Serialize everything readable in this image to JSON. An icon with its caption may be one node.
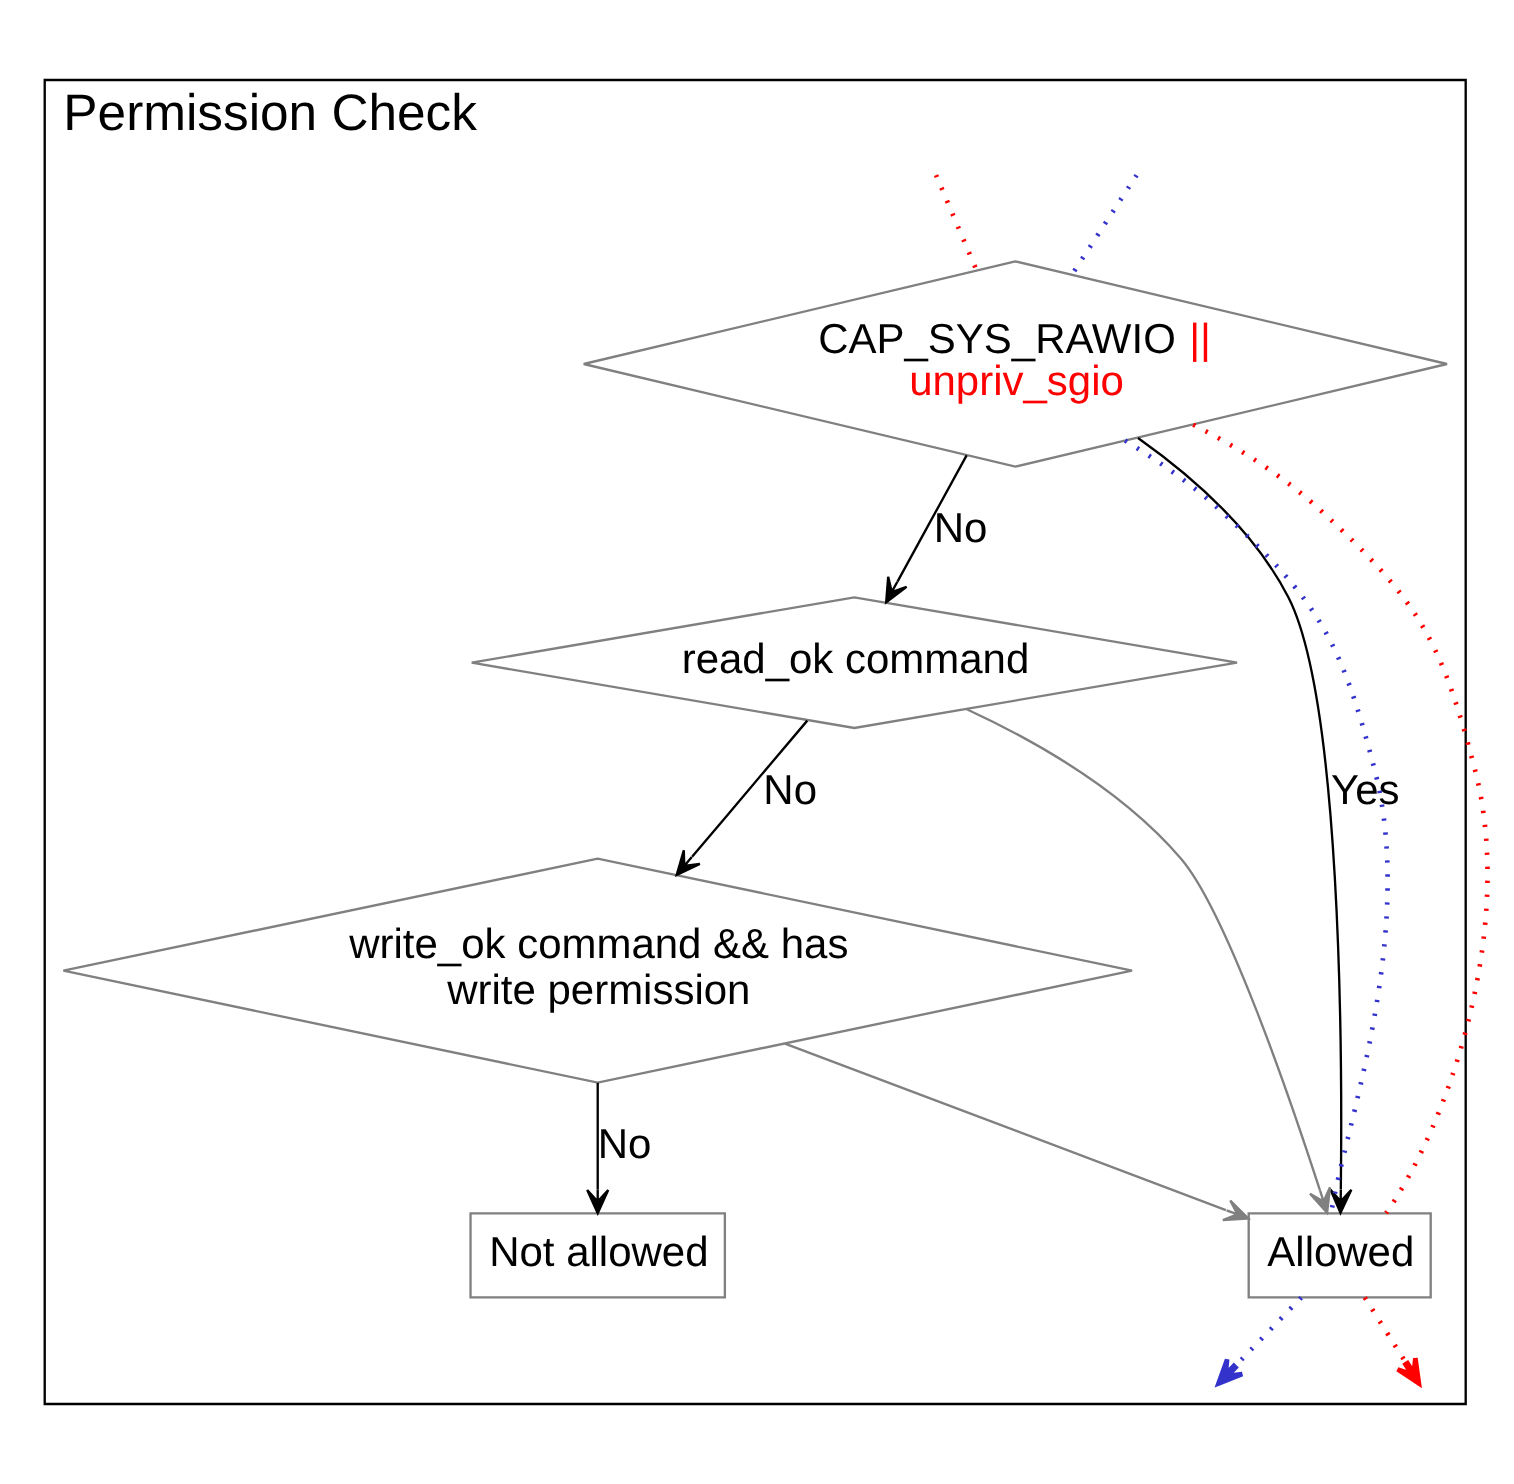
{
  "diagram": {
    "nodes": [
      {
        "text": [
          "Permission Check"
        ]
      },
      {
        "text": [
          "CAP_SYS_RAWIO ||",
          "unpriv_sgio"
        ],
        "in": 0
      },
      {
        "text": [
          "read_ok command"
        ],
        "in": 0
      },
      {
        "text": [
          "write_ok command && has write permission"
        ],
        "in": 0
      },
      {
        "text": [
          "Not allowed"
        ],
        "in": 0
      },
      {
        "text": [
          "Allowed"
        ],
        "in": 0
      }
    ],
    "edges": [
      {
        "from": 1,
        "to": 2,
        "label": "No",
        "arrow": "to"
      },
      {
        "from": 2,
        "to": 3,
        "label": "No",
        "arrow": "to"
      },
      {
        "from": 3,
        "to": 4,
        "label": "No",
        "arrow": "to"
      },
      {
        "from": 1,
        "to": 5,
        "label": "Yes",
        "arrow": "to"
      },
      {
        "from": 2,
        "to": 5,
        "arrow": "to",
        "color": "#808080"
      },
      {
        "from": 3,
        "to": 5,
        "arrow": "to",
        "color": "#808080"
      },
      {
        "from": null,
        "to": 1,
        "arrow": "none",
        "style": "dashed",
        "color": "#3333cc"
      },
      {
        "from": 1,
        "to": 5,
        "arrow": "none",
        "style": "dashed",
        "color": "#3333cc"
      },
      {
        "from": 5,
        "to": null,
        "arrow": "to",
        "style": "dashed",
        "color": "#3333cc"
      },
      {
        "from": null,
        "to": 1,
        "arrow": "none",
        "style": "dashed",
        "color": "#ff0000"
      },
      {
        "from": 1,
        "to": 5,
        "arrow": "none",
        "style": "dashed",
        "color": "#ff0000"
      },
      {
        "from": 5,
        "to": null,
        "arrow": "to",
        "style": "dashed",
        "color": "#ff0000"
      }
    ]
  }
}
